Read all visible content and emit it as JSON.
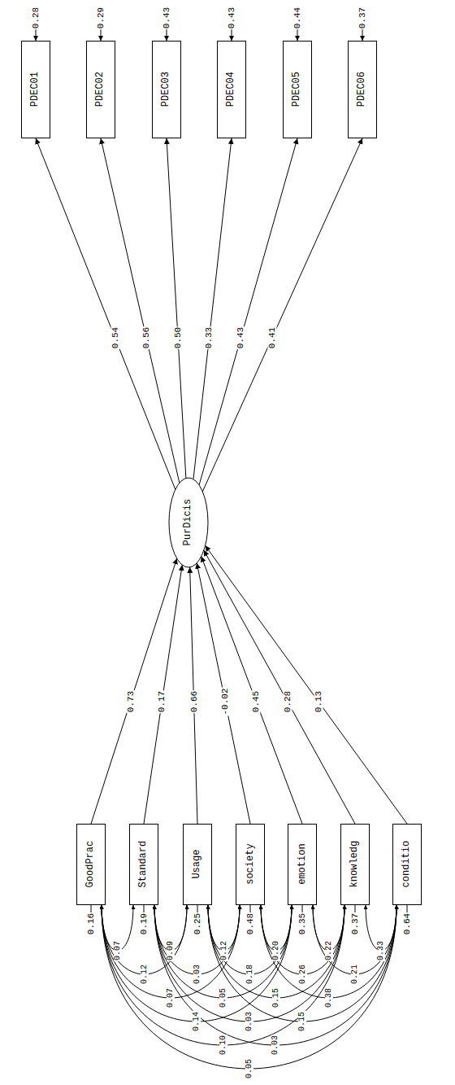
{
  "diagram": {
    "nodes": [
      {
        "text": [
          "PDEC01"
        ]
      },
      {
        "text": [
          "PDEC02"
        ]
      },
      {
        "text": [
          "PDEC03"
        ]
      },
      {
        "text": [
          "PDEC04"
        ]
      },
      {
        "text": [
          "PDEC05"
        ]
      },
      {
        "text": [
          "PDEC06"
        ]
      },
      {
        "text": [
          "PurDicis"
        ]
      },
      {
        "text": [
          "GoodPrac"
        ]
      },
      {
        "text": [
          "Standard"
        ]
      },
      {
        "text": [
          "Usage"
        ]
      },
      {
        "text": [
          "society"
        ]
      },
      {
        "text": [
          "emotion"
        ]
      },
      {
        "text": [
          "knowledg"
        ]
      },
      {
        "text": [
          "conditio"
        ]
      }
    ],
    "edges": [
      {
        "from": 6,
        "to": 0,
        "arrow": "to",
        "label": "0.54"
      },
      {
        "from": 6,
        "to": 1,
        "arrow": "to",
        "label": "0.56"
      },
      {
        "from": 6,
        "to": 2,
        "arrow": "to",
        "label": "0.50"
      },
      {
        "from": 6,
        "to": 3,
        "arrow": "to",
        "label": "0.33"
      },
      {
        "from": 6,
        "to": 4,
        "arrow": "to",
        "label": "0.43"
      },
      {
        "from": 6,
        "to": 5,
        "arrow": "to",
        "label": "0.41"
      },
      {
        "from": 7,
        "to": 6,
        "arrow": "to",
        "label": "0.73"
      },
      {
        "from": 8,
        "to": 6,
        "arrow": "to",
        "label": "0.17"
      },
      {
        "from": 9,
        "to": 6,
        "arrow": "to",
        "label": "0.66"
      },
      {
        "from": 10,
        "to": 6,
        "arrow": "to",
        "label": "-0.02"
      },
      {
        "from": 11,
        "to": 6,
        "arrow": "to",
        "label": "0.45"
      },
      {
        "from": 12,
        "to": 6,
        "arrow": "to",
        "label": "0.28"
      },
      {
        "from": 13,
        "to": 6,
        "arrow": "to",
        "label": "0.13"
      },
      {
        "from": 7,
        "to": 8,
        "arrow": "both",
        "label": "0.07"
      },
      {
        "from": 7,
        "to": 9,
        "arrow": "both",
        "label": "0.12"
      },
      {
        "from": 7,
        "to": 10,
        "arrow": "both",
        "label": "0.07"
      },
      {
        "from": 7,
        "to": 11,
        "arrow": "both",
        "label": "0.14"
      },
      {
        "from": 7,
        "to": 12,
        "arrow": "both",
        "label": "0.10"
      },
      {
        "from": 7,
        "to": 13,
        "arrow": "both",
        "label": "0.05"
      },
      {
        "from": 8,
        "to": 9,
        "arrow": "both",
        "label": "0.09"
      },
      {
        "from": 8,
        "to": 10,
        "arrow": "both",
        "label": "0.03"
      },
      {
        "from": 8,
        "to": 11,
        "arrow": "both",
        "label": "0.05"
      },
      {
        "from": 8,
        "to": 12,
        "arrow": "both",
        "label": "0.03"
      },
      {
        "from": 8,
        "to": 13,
        "arrow": "both",
        "label": "0.03"
      },
      {
        "from": 9,
        "to": 10,
        "arrow": "both",
        "label": "0.12"
      },
      {
        "from": 9,
        "to": 11,
        "arrow": "both",
        "label": "0.18"
      },
      {
        "from": 9,
        "to": 12,
        "arrow": "both",
        "label": "0.15"
      },
      {
        "from": 9,
        "to": 13,
        "arrow": "both",
        "label": "0.15"
      },
      {
        "from": 10,
        "to": 11,
        "arrow": "both",
        "label": "0.20"
      },
      {
        "from": 10,
        "to": 12,
        "arrow": "both",
        "label": "0.26"
      },
      {
        "from": 10,
        "to": 13,
        "arrow": "both",
        "label": "0.38"
      },
      {
        "from": 11,
        "to": 12,
        "arrow": "both",
        "label": "0.22"
      },
      {
        "from": 11,
        "to": 13,
        "arrow": "both",
        "label": "0.21"
      },
      {
        "from": 12,
        "to": 13,
        "arrow": "both",
        "label": "0.33"
      }
    ],
    "labels": [
      "0.28",
      "0.29",
      "0.43",
      "0.43",
      "0.44",
      "0.37",
      "0.16",
      "0.19",
      "0.25",
      "0.48",
      "0.35",
      "0.37",
      "0.64"
    ]
  }
}
